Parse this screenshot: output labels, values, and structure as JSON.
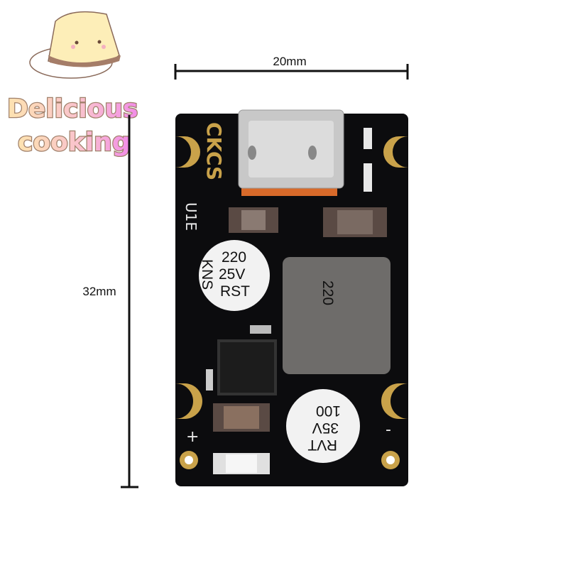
{
  "logo": {
    "line1": "Delicious",
    "line2": "cooking"
  },
  "dimensions": {
    "width_label": "20mm",
    "height_label": "32mm"
  },
  "board": {
    "brand": "CKCS",
    "model": "U1E",
    "capacitor_top": {
      "brand": "KNS",
      "value": "220",
      "voltage": "25V",
      "series": "RST"
    },
    "inductor": {
      "value": "220"
    },
    "capacitor_bottom": {
      "value": "100",
      "voltage": "35V",
      "series": "RVT"
    },
    "plus_label": "+",
    "minus_label": "-"
  },
  "colors": {
    "board": "#0c0c0e",
    "gold": "#c9a24a",
    "connector": "#c8c8c8"
  }
}
